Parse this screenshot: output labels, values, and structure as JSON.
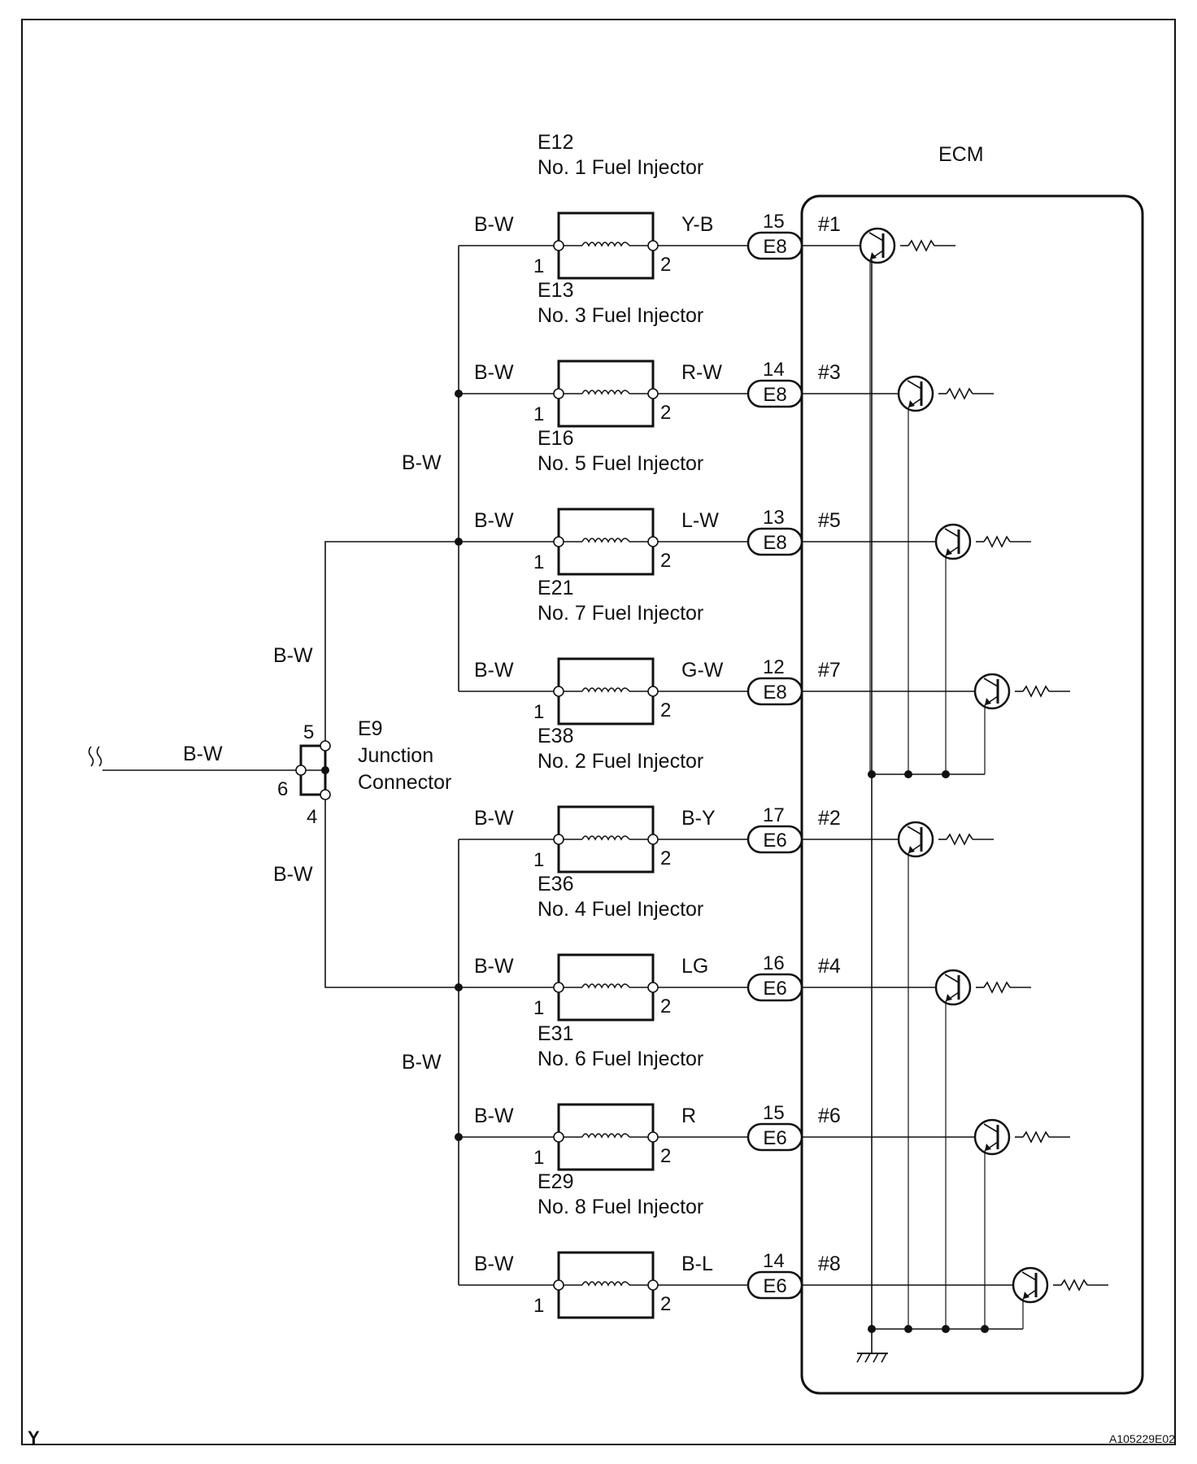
{
  "colors": {
    "line": "#111111",
    "frame": "#111111",
    "background": "#ffffff"
  },
  "ecm": {
    "label": "ECM"
  },
  "junction": {
    "code": "E9",
    "name_line1": "Junction",
    "name_line2": "Connector",
    "pin_top": "5",
    "pin_left": "6",
    "pin_bottom": "4"
  },
  "feed_wire": {
    "label": "B-W"
  },
  "upper_branch": {
    "label": "B-W"
  },
  "lower_branch": {
    "label": "B-W"
  },
  "bank_a_bus": {
    "label": "B-W"
  },
  "bank_b_bus": {
    "label": "B-W"
  },
  "injectors": [
    {
      "code": "E12",
      "name": "No. 1 Fuel Injector",
      "in_wire": "B-W",
      "out_wire": "Y-B",
      "pin1": "1",
      "pin2": "2",
      "ecm_pin": "15",
      "ecm_conn": "E8",
      "signal": "#1"
    },
    {
      "code": "E13",
      "name": "No. 3 Fuel Injector",
      "in_wire": "B-W",
      "out_wire": "R-W",
      "pin1": "1",
      "pin2": "2",
      "ecm_pin": "14",
      "ecm_conn": "E8",
      "signal": "#3"
    },
    {
      "code": "E16",
      "name": "No. 5 Fuel Injector",
      "in_wire": "B-W",
      "out_wire": "L-W",
      "pin1": "1",
      "pin2": "2",
      "ecm_pin": "13",
      "ecm_conn": "E8",
      "signal": "#5"
    },
    {
      "code": "E21",
      "name": "No. 7 Fuel Injector",
      "in_wire": "B-W",
      "out_wire": "G-W",
      "pin1": "1",
      "pin2": "2",
      "ecm_pin": "12",
      "ecm_conn": "E8",
      "signal": "#7"
    },
    {
      "code": "E38",
      "name": "No. 2 Fuel Injector",
      "in_wire": "B-W",
      "out_wire": "B-Y",
      "pin1": "1",
      "pin2": "2",
      "ecm_pin": "17",
      "ecm_conn": "E6",
      "signal": "#2"
    },
    {
      "code": "E36",
      "name": "No. 4 Fuel Injector",
      "in_wire": "B-W",
      "out_wire": "LG",
      "pin1": "1",
      "pin2": "2",
      "ecm_pin": "16",
      "ecm_conn": "E6",
      "signal": "#4"
    },
    {
      "code": "E31",
      "name": "No. 6 Fuel Injector",
      "in_wire": "B-W",
      "out_wire": "R",
      "pin1": "1",
      "pin2": "2",
      "ecm_pin": "15",
      "ecm_conn": "E6",
      "signal": "#6"
    },
    {
      "code": "E29",
      "name": "No. 8 Fuel Injector",
      "in_wire": "B-W",
      "out_wire": "B-L",
      "pin1": "1",
      "pin2": "2",
      "ecm_pin": "14",
      "ecm_conn": "E6",
      "signal": "#8"
    }
  ],
  "footer": {
    "corner_letter": "Y",
    "figure_id": "A105229E02"
  }
}
